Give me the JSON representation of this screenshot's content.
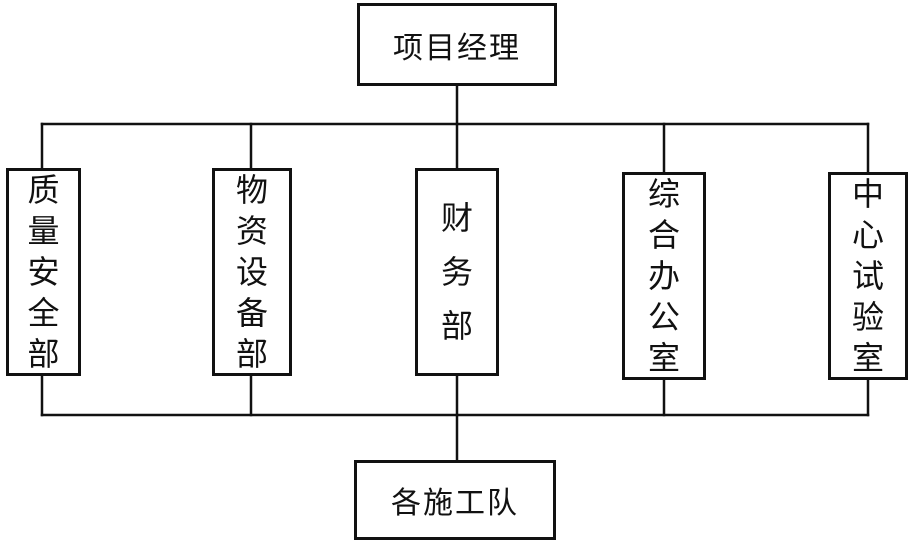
{
  "diagram": {
    "top": {
      "label": "项目经理"
    },
    "departments": [
      {
        "label": "质量安全部"
      },
      {
        "label": "物资设备部"
      },
      {
        "label": "财务部"
      },
      {
        "label": "综合办公室"
      },
      {
        "label": "中心试验室"
      }
    ],
    "bottom": {
      "label": "各施工队"
    },
    "colors": {
      "stroke": "#111111",
      "background": "#ffffff"
    }
  }
}
